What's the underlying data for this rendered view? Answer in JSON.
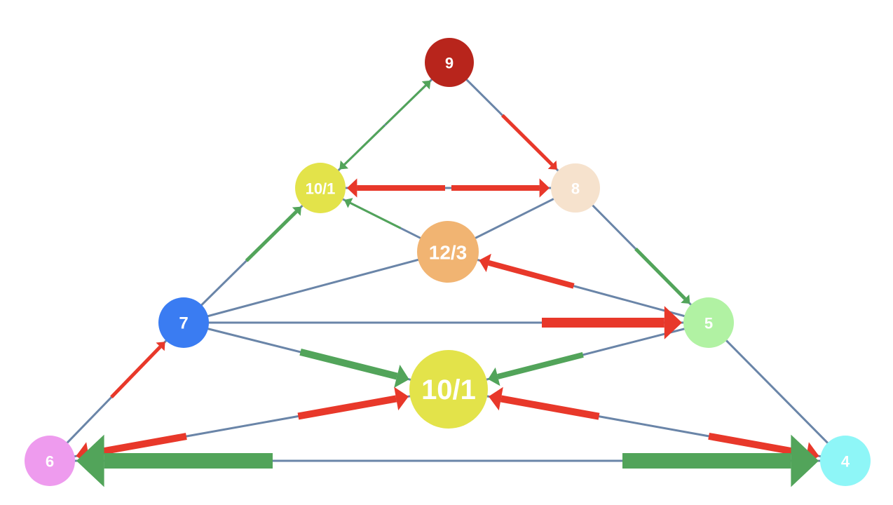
{
  "colors": {
    "edge": "#6a85a8",
    "red_arrow": "#e8382a",
    "green_arrow": "#52a45a"
  },
  "nodes": {
    "n9": {
      "label": "9",
      "color": "#b8251c"
    },
    "n8": {
      "label": "8",
      "color": "#f6e2cd"
    },
    "n10a": {
      "label": "10/1",
      "color": "#e3e34a"
    },
    "n12": {
      "label": "12/3",
      "color": "#f1b472"
    },
    "n7": {
      "label": "7",
      "color": "#3a7cf2"
    },
    "n5": {
      "label": "5",
      "color": "#b1f2a3"
    },
    "n10b": {
      "label": "10/1",
      "color": "#e3e34a"
    },
    "n6": {
      "label": "6",
      "color": "#ee9bee"
    },
    "n4": {
      "label": "4",
      "color": "#8ef6f7"
    }
  },
  "edges": [
    [
      "n9",
      "n10a"
    ],
    [
      "n9",
      "n8"
    ],
    [
      "n10a",
      "n8"
    ],
    [
      "n10a",
      "n12"
    ],
    [
      "n10a",
      "n7"
    ],
    [
      "n8",
      "n12"
    ],
    [
      "n8",
      "n5"
    ],
    [
      "n12",
      "n7"
    ],
    [
      "n12",
      "n5"
    ],
    [
      "n7",
      "n5"
    ],
    [
      "n7",
      "n10b"
    ],
    [
      "n7",
      "n6"
    ],
    [
      "n5",
      "n10b"
    ],
    [
      "n5",
      "n4"
    ],
    [
      "n10b",
      "n6"
    ],
    [
      "n10b",
      "n4"
    ],
    [
      "n6",
      "n4"
    ]
  ],
  "arrows": [
    {
      "from": "n9",
      "to": "n10a",
      "color": "red_arrow",
      "weight": 0
    },
    {
      "from": "n9",
      "to": "n10a",
      "color": "green_arrow",
      "weight": 1
    },
    {
      "from": "n10a",
      "to": "n9",
      "color": "green_arrow",
      "weight": 1
    },
    {
      "from": "n9",
      "to": "n8",
      "color": "red_arrow",
      "weight": 2
    },
    {
      "from": "n8",
      "to": "n10a",
      "color": "red_arrow",
      "weight": 3
    },
    {
      "from": "n10a",
      "to": "n8",
      "color": "red_arrow",
      "weight": 3
    },
    {
      "from": "n8",
      "to": "n5",
      "color": "green_arrow",
      "weight": 2
    },
    {
      "from": "n12",
      "to": "n10a",
      "color": "green_arrow",
      "weight": 1
    },
    {
      "from": "n5",
      "to": "n12",
      "color": "red_arrow",
      "weight": 3
    },
    {
      "from": "n7",
      "to": "n10a",
      "color": "green_arrow",
      "weight": 2
    },
    {
      "from": "n6",
      "to": "n7",
      "color": "red_arrow",
      "weight": 2
    },
    {
      "from": "n7",
      "to": "n5",
      "color": "red_arrow",
      "weight": 5
    },
    {
      "from": "n7",
      "to": "n10b",
      "color": "green_arrow",
      "weight": 4
    },
    {
      "from": "n5",
      "to": "n10b",
      "color": "green_arrow",
      "weight": 3
    },
    {
      "from": "n6",
      "to": "n10b",
      "color": "red_arrow",
      "weight": 4
    },
    {
      "from": "n10b",
      "to": "n6",
      "color": "red_arrow",
      "weight": 4
    },
    {
      "from": "n4",
      "to": "n10b",
      "color": "red_arrow",
      "weight": 4
    },
    {
      "from": "n10b",
      "to": "n4",
      "color": "red_arrow",
      "weight": 4
    },
    {
      "from": "n6",
      "to": "n4",
      "color": "green_arrow",
      "weight": 6
    },
    {
      "from": "n4",
      "to": "n6",
      "color": "green_arrow",
      "weight": 6
    }
  ]
}
